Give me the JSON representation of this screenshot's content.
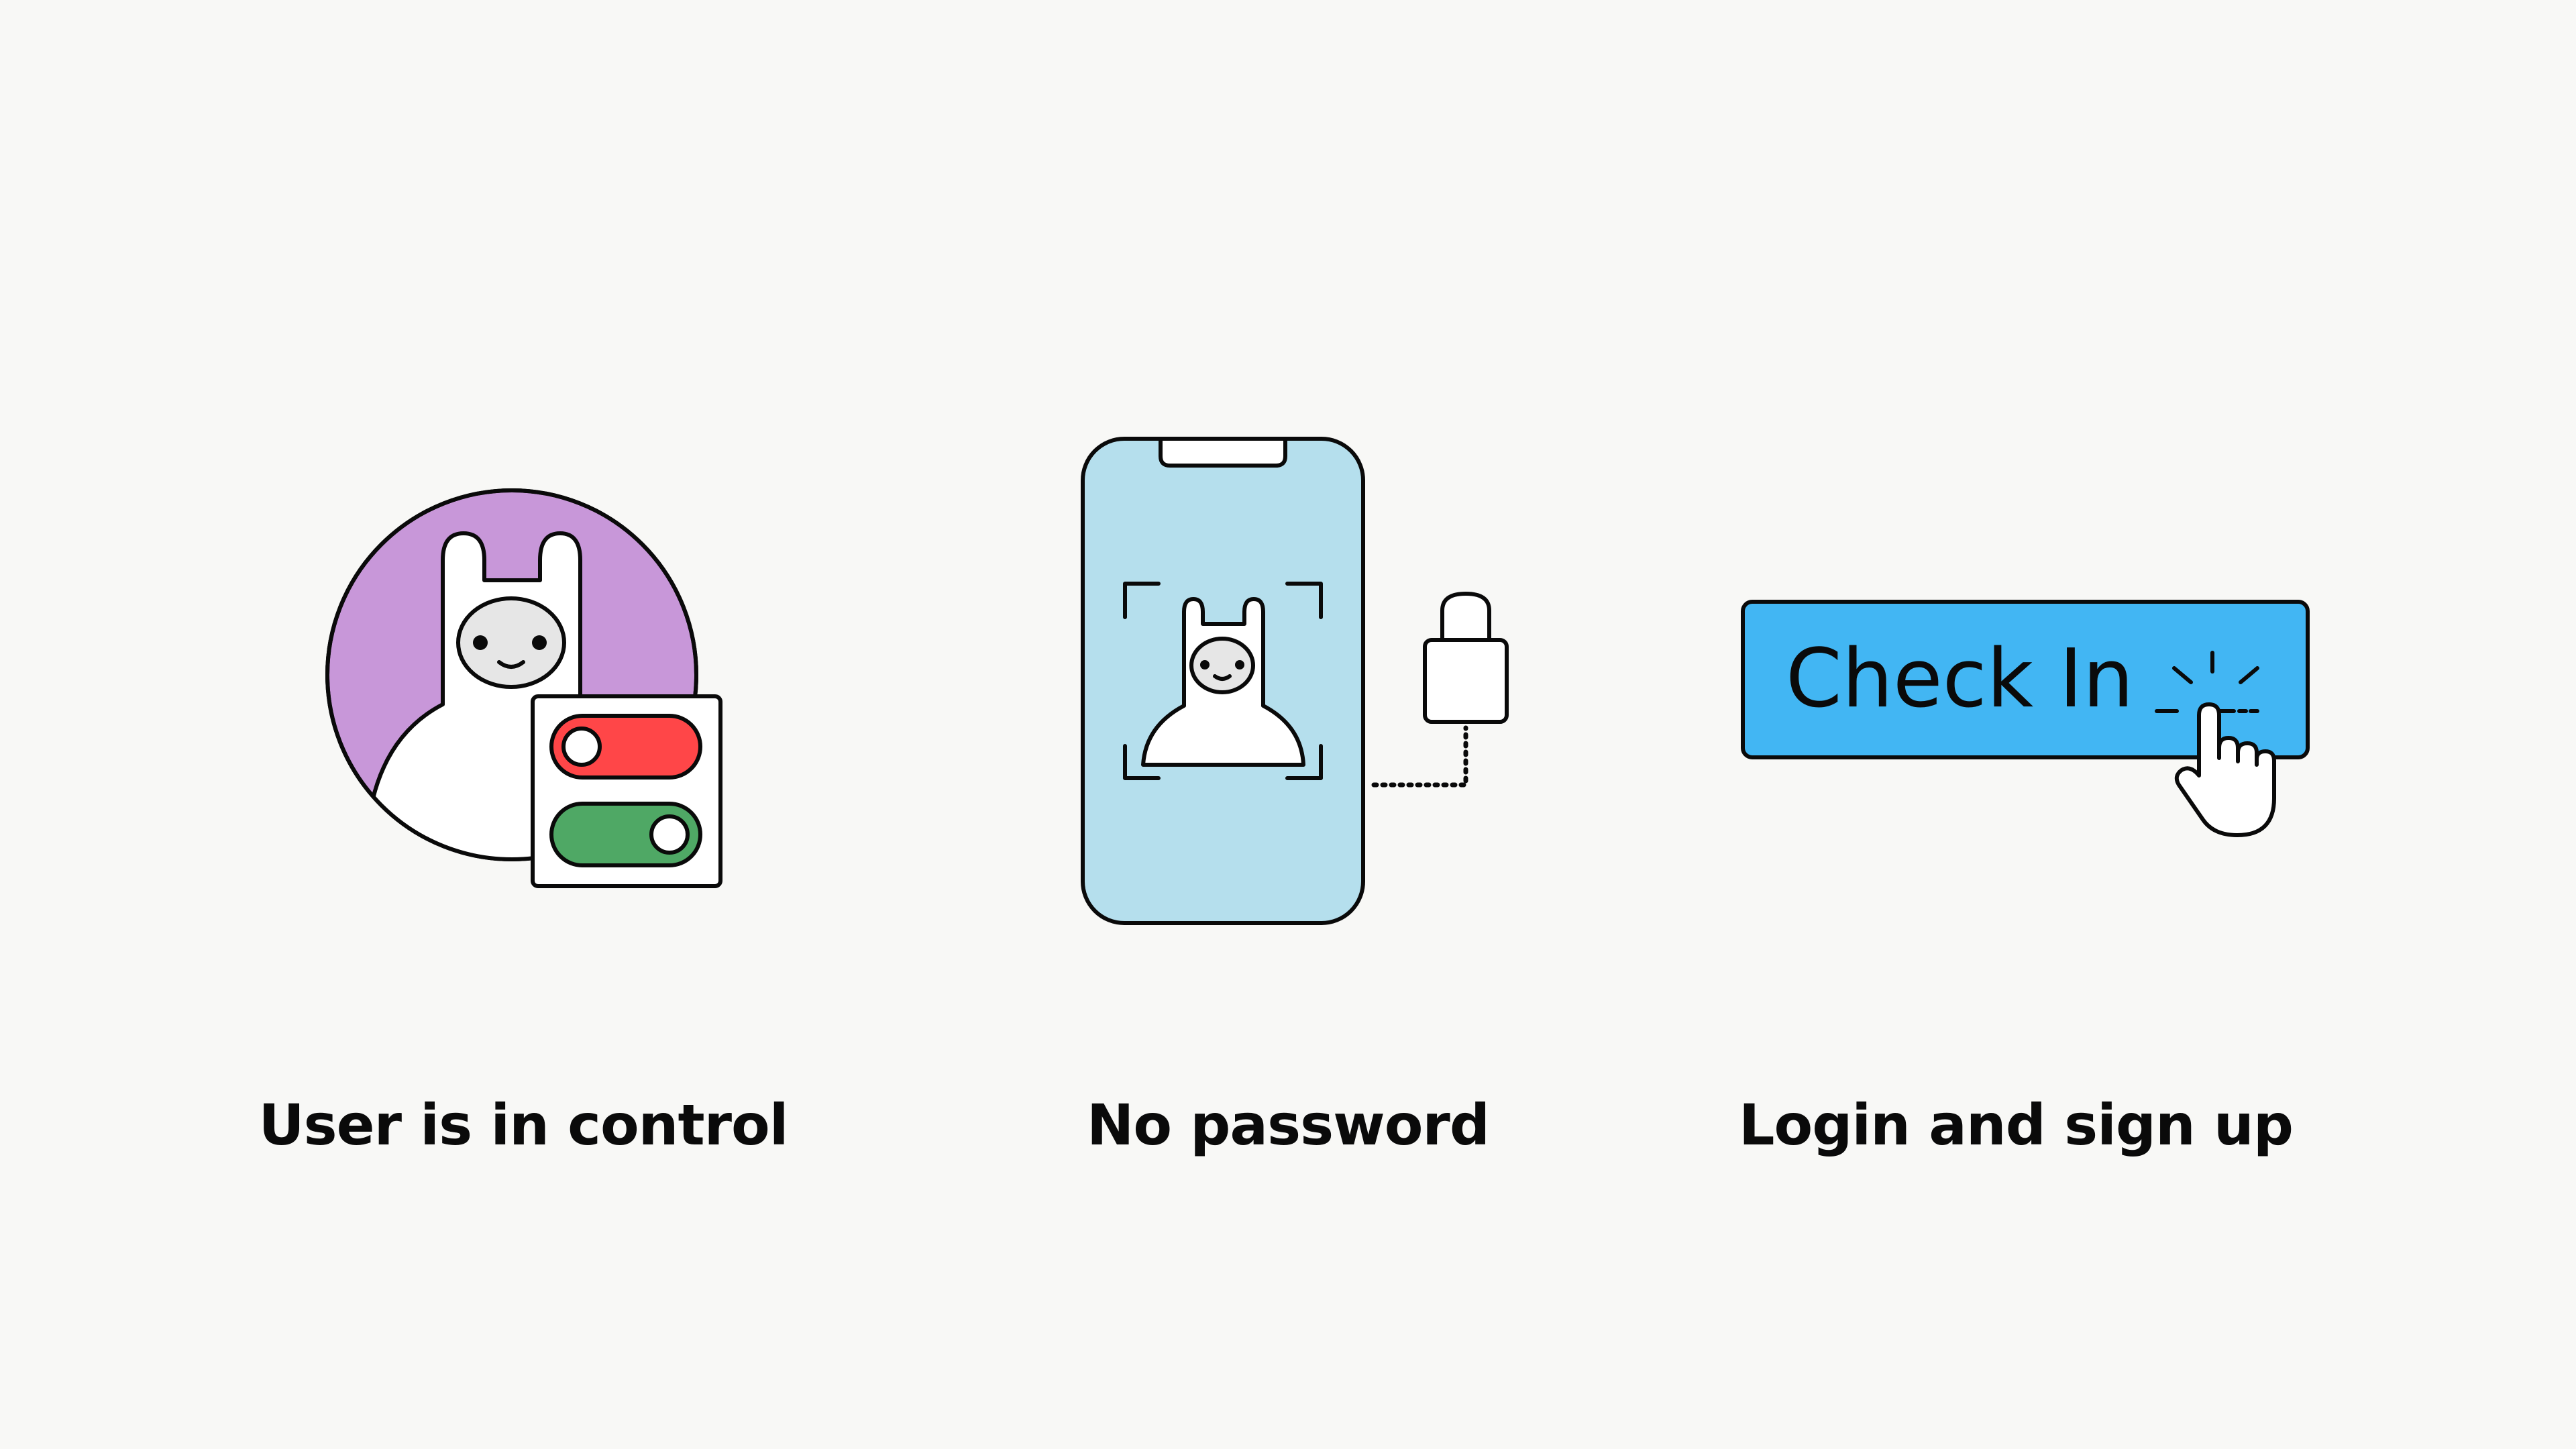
{
  "features": [
    {
      "caption": "User is in control",
      "icon": "avatar-with-toggles-icon",
      "colors": {
        "circle": "#c897d9",
        "toggle_off": "#ff4648",
        "toggle_on": "#4fa865"
      }
    },
    {
      "caption": "No password",
      "icon": "phone-face-scan-lock-icon",
      "colors": {
        "screen": "#b5dfed"
      }
    },
    {
      "caption": "Login and sign up",
      "icon": "check-in-button-click-icon",
      "button_label": "Check In",
      "colors": {
        "button": "#42b6f3"
      }
    }
  ],
  "colors": {
    "background": "#f8f8f6",
    "stroke": "#0a0a0a",
    "face": "#e6e6e6"
  }
}
